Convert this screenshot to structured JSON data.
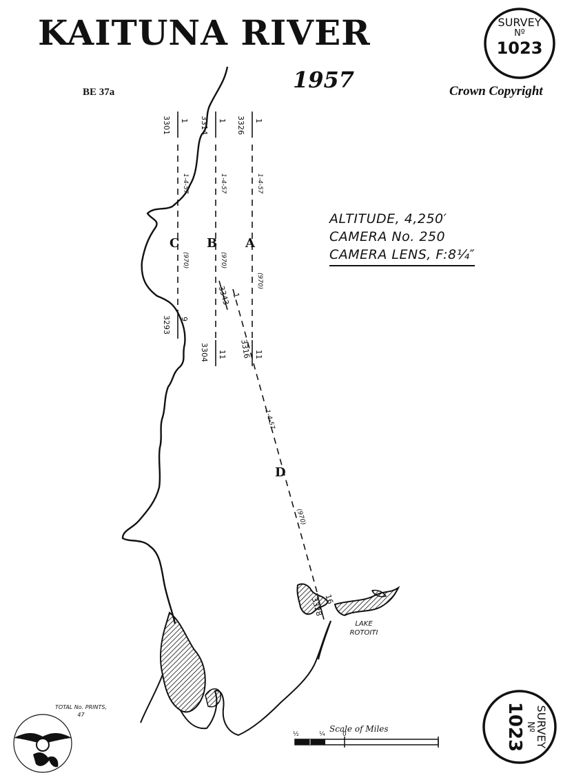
{
  "header": {
    "title": "KAITUNA RIVER",
    "year": "1957",
    "reference": "BE 37a",
    "copyright": "Crown Copyright"
  },
  "survey_badge": {
    "line1": "SURVEY",
    "line2": "Nº",
    "number": "1023"
  },
  "camera_specs": {
    "altitude": "ALTITUDE, 4,250′",
    "camera": "CAMERA No. 250",
    "lens": "CAMERA LENS, F:8¼″"
  },
  "flight_lines": [
    {
      "label": "C",
      "start": "3301",
      "start_index": "1",
      "date": "1-4-57",
      "scale": "(970)",
      "end": "3293",
      "end_index": "9"
    },
    {
      "label": "B",
      "start": "3314",
      "start_index": "1",
      "date": "1-4-57",
      "scale": "(970)",
      "end": "3304",
      "end_index": "11"
    },
    {
      "label": "A",
      "start": "3326",
      "start_index": "1",
      "date": "1-4-57",
      "scale": "(970)",
      "end": "3316",
      "end_index": "11"
    },
    {
      "label": "D",
      "start": "3343",
      "start_index": "1",
      "date": "1-4-57",
      "scale": "(970)",
      "end": "3328",
      "end_index": "16"
    }
  ],
  "lake_label": "LAKE ROTOITI",
  "total_prints": {
    "label": "TOTAL No. PRINTS,",
    "count": "47"
  },
  "scale": {
    "label": "Scale of Miles",
    "ticks": [
      "½",
      "¼",
      "0"
    ]
  },
  "colors": {
    "ink": "#111111",
    "paper": "#ffffff"
  },
  "icons": [
    "survey-seal",
    "nz-aerial-mapping-logo"
  ]
}
